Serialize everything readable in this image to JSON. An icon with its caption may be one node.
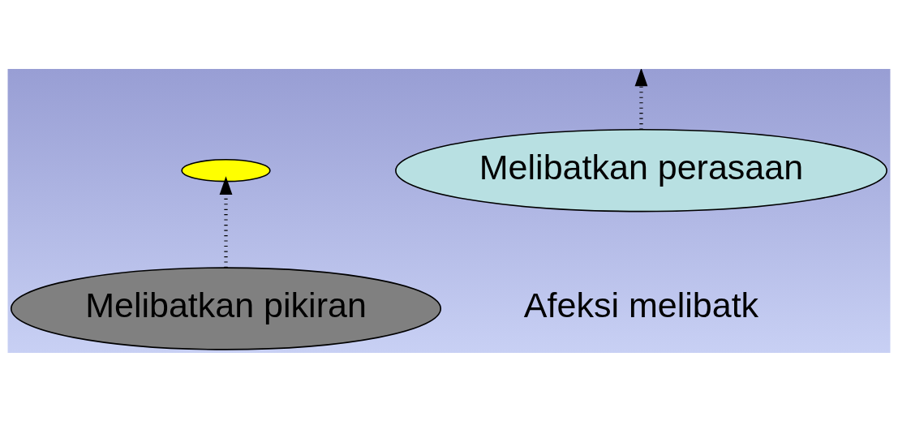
{
  "diagram": {
    "nodes": [
      {
        "text": [],
        "shape": "ellipse"
      },
      {
        "text": [
          "Melibatkan pikiran"
        ]
      },
      {
        "text": [
          "Melibatkan perasaan"
        ]
      }
    ],
    "edges": [
      {
        "from": 1,
        "to": 0,
        "arrow": "to",
        "style": "dashed"
      },
      {
        "from": 2,
        "to": null,
        "arrow": "to",
        "style": "dashed"
      }
    ],
    "labels": [
      "Afeksi melibatk"
    ]
  }
}
